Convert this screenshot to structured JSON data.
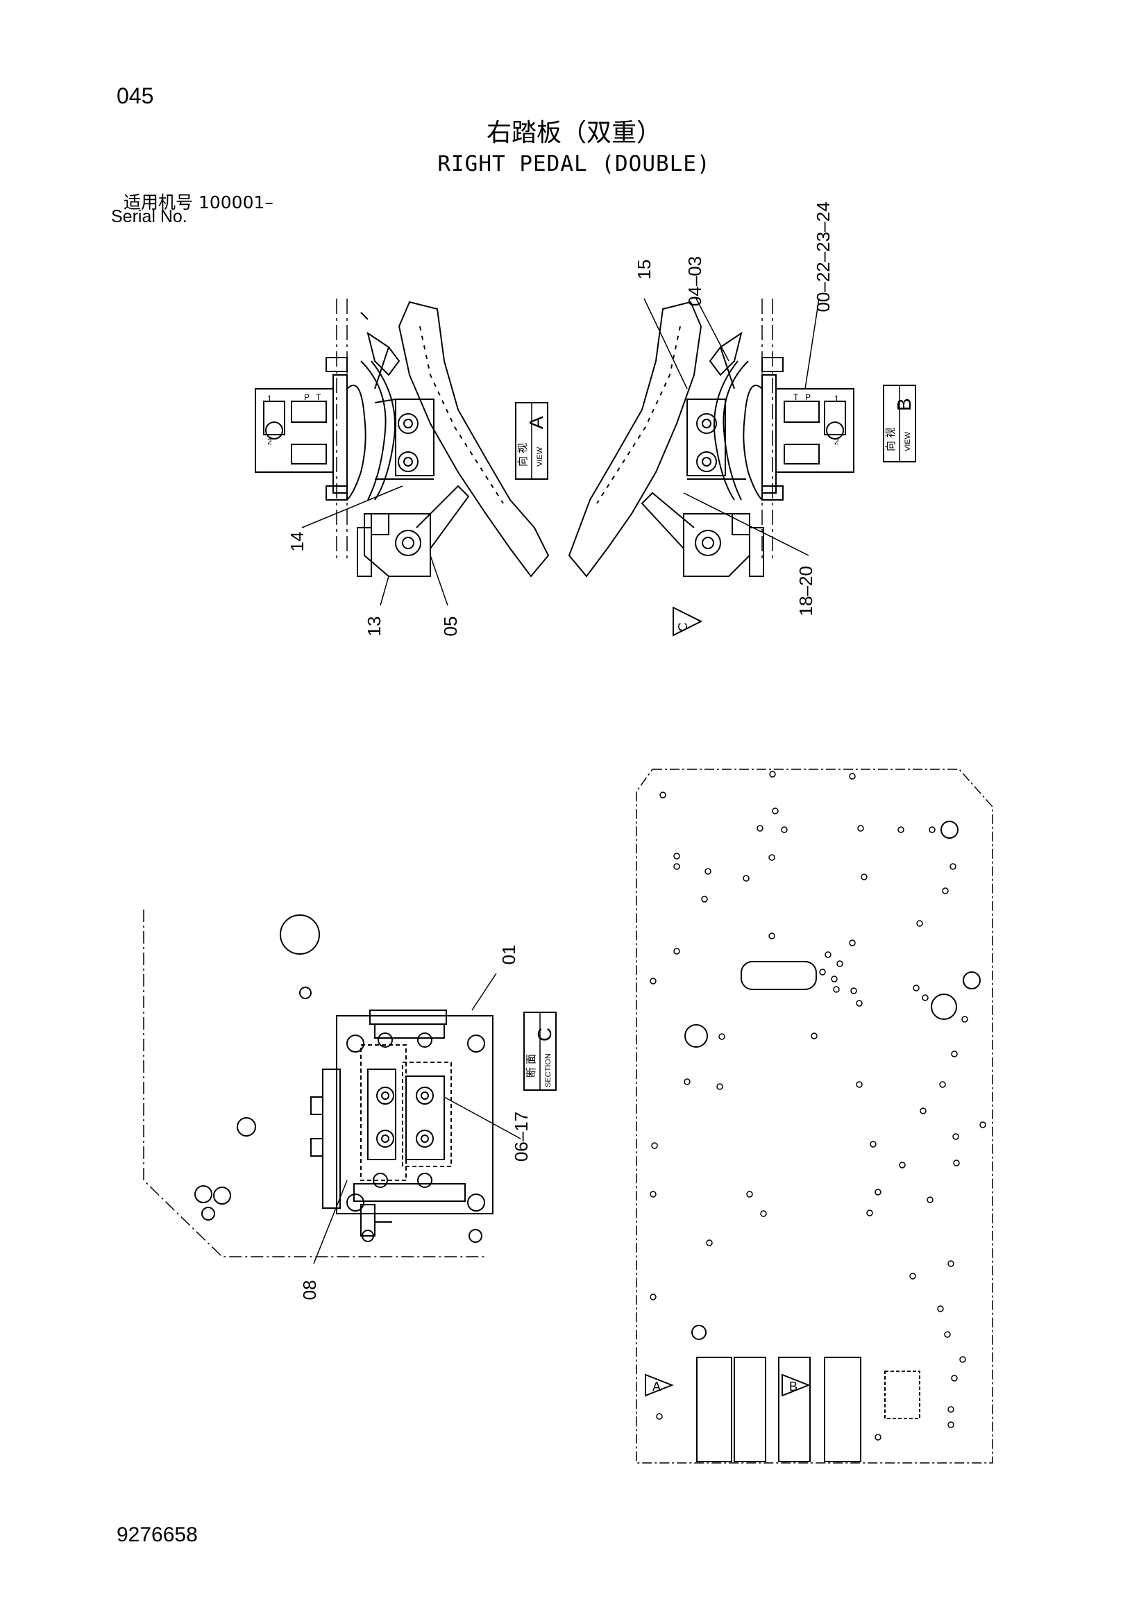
{
  "header": {
    "page_number": "045",
    "title_cn": "右踏板（双重）",
    "title_en": "RIGHT PEDAL (DOUBLE)",
    "serial_cn": "适用机号  100001–",
    "serial_en": "Serial No."
  },
  "footer": {
    "document_number": "9276658"
  },
  "views": {
    "view_a": {
      "cn": "向 视",
      "en": "VIEW",
      "letter": "A"
    },
    "view_b": {
      "cn": "向 视",
      "en": "VIEW",
      "letter": "B"
    },
    "section_c": {
      "cn": "断 面",
      "en": "SECTION",
      "letter": "C"
    }
  },
  "arrows": {
    "a": "A",
    "b": "B",
    "c": "C"
  },
  "callouts": {
    "c14": "14",
    "c13": "13",
    "c05": "05",
    "c15": "15",
    "c04_03": "04–03",
    "c00_24": "00–22–23–24",
    "c18_20": "18–20",
    "c01": "01",
    "c06_17": "06–17",
    "c08": "08"
  },
  "port_labels": {
    "p": "P",
    "t": "T",
    "one": "1",
    "two": "2"
  }
}
